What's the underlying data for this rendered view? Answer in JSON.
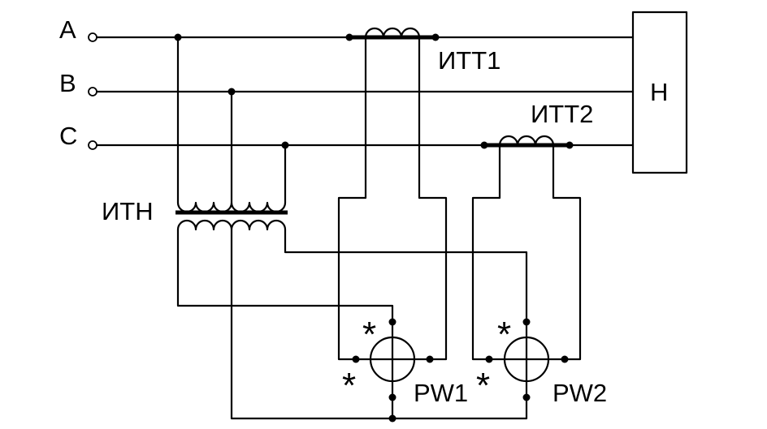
{
  "diagram": {
    "phases": {
      "a": "A",
      "b": "B",
      "c": "C"
    },
    "load": "Н",
    "vt": "ИТН",
    "ct1": "ИТТ1",
    "ct2": "ИТТ2",
    "meter1": "PW1",
    "meter2": "PW2",
    "polarity_mark": "*"
  }
}
